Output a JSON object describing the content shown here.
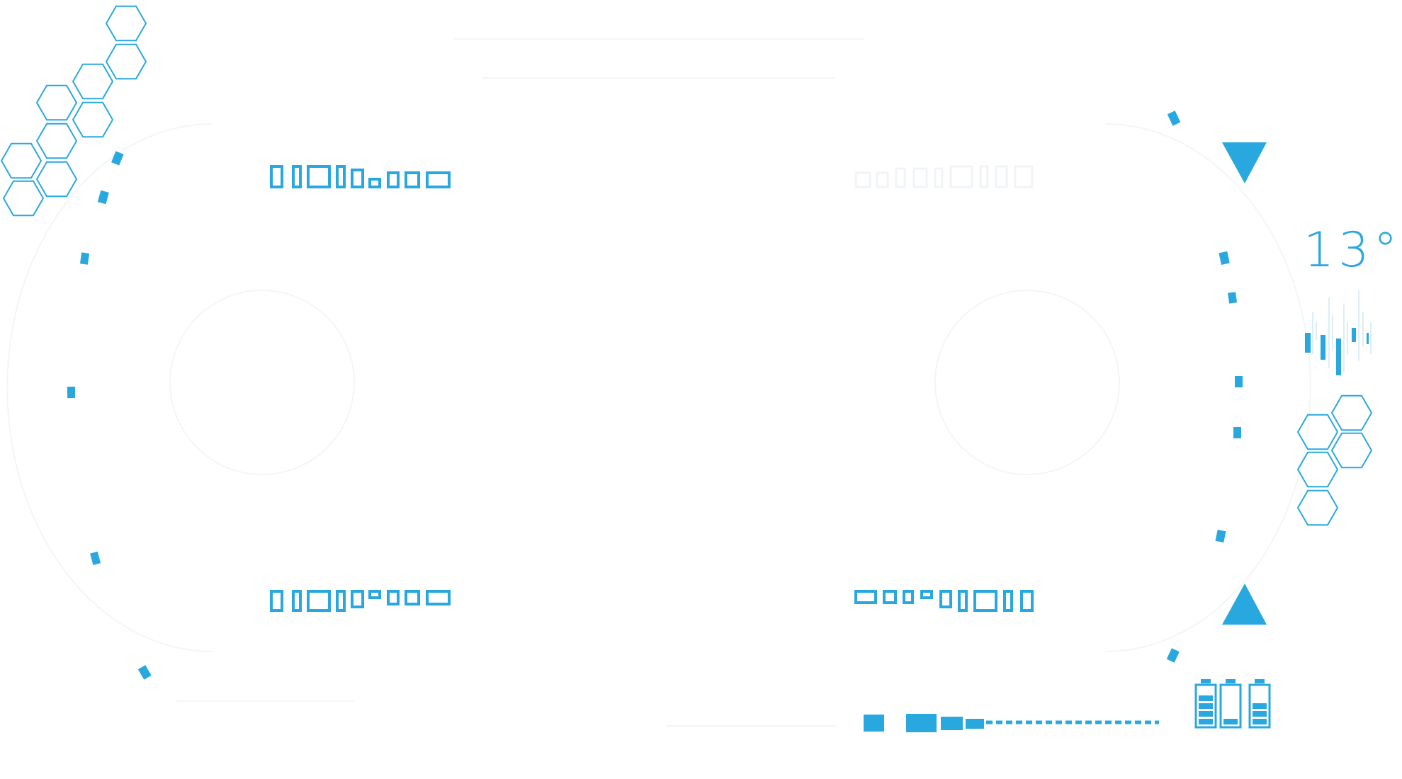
{
  "colors": {
    "accent": "#29a8e0",
    "faint": "#f4f8fb",
    "background": "#ffffff"
  },
  "hud": {
    "temperature": "13°"
  },
  "icons": {
    "top_right_triangle": "triangle-down-icon",
    "bottom_right_triangle": "triangle-up-icon",
    "battery_group": "battery-icon",
    "waveform": "audio-waveform-icon",
    "hex_clusters": "hexagon-cluster-icon"
  },
  "batteries": [
    {
      "level": 0.8
    },
    {
      "level": 0.2
    },
    {
      "level": 0.6
    }
  ]
}
